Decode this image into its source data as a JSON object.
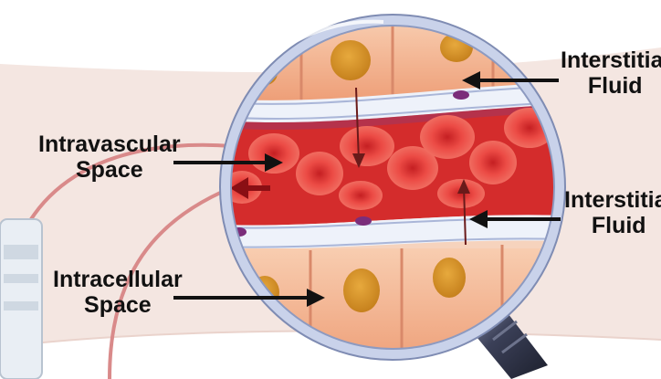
{
  "labels": {
    "interstitial_top": {
      "line1": "Interstitial",
      "line2": "Fluid"
    },
    "intravascular": {
      "line1": "Intravascular",
      "line2": "Space"
    },
    "interstitial_bottom": {
      "line1": "Interstitial",
      "line2": "Fluid"
    },
    "intracellular": {
      "line1": "Intracellular",
      "line2": "Space"
    }
  },
  "colors": {
    "background": "#ffffff",
    "arm_skin": "#f4e6e1",
    "cell_fill": "#f2b490",
    "nucleus": "#d9962a",
    "plasma": "#d42c2c",
    "red_blood_cell": "#e23a3a",
    "vessel_wall": "#e8eef8",
    "lens_rim": "#a9b6d6",
    "handle": "#3a3f55",
    "arrow": "#111111",
    "tube": "#d98a8a"
  },
  "icons": {
    "magnifier": "magnifying-glass-icon",
    "iv_bag": "iv-drip-icon"
  }
}
